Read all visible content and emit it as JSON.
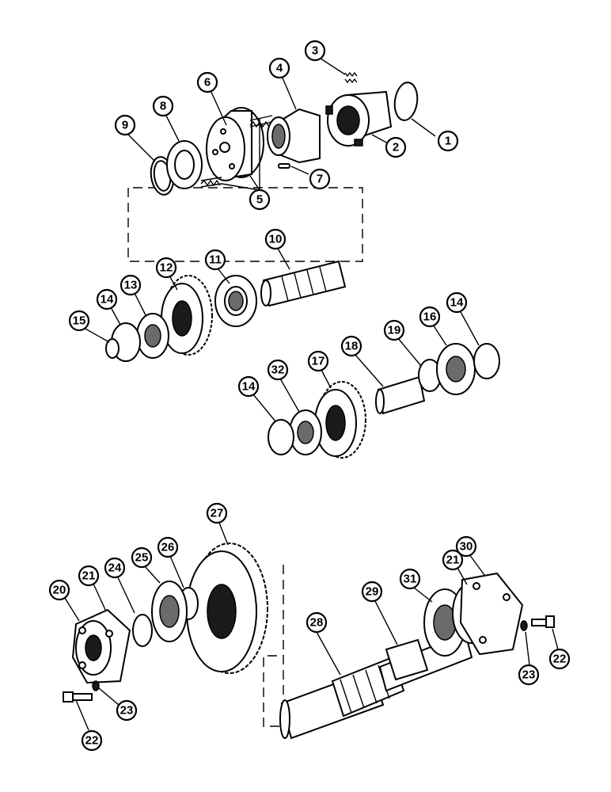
{
  "callouts": {
    "c1": "1",
    "c2": "2",
    "c3": "3",
    "c4": "4",
    "c5": "5",
    "c6": "6",
    "c7": "7",
    "c8": "8",
    "c9": "9",
    "c10": "10",
    "c11": "11",
    "c12": "12",
    "c13": "13",
    "c14a": "14",
    "c15": "15",
    "c14b": "14",
    "c32": "32",
    "c17": "17",
    "c18": "18",
    "c19": "19",
    "c16": "16",
    "c14c": "14",
    "c27": "27",
    "c26": "26",
    "c25": "25",
    "c24": "24",
    "c21a": "21",
    "c20": "20",
    "c22a": "22",
    "c23a": "23",
    "c28": "28",
    "c29": "29",
    "c31": "31",
    "c21b": "21",
    "c30": "30",
    "c23b": "23",
    "c22b": "22"
  },
  "colors": {
    "ink": "#000000",
    "paper": "#ffffff",
    "shade": "#6b6b6b"
  }
}
